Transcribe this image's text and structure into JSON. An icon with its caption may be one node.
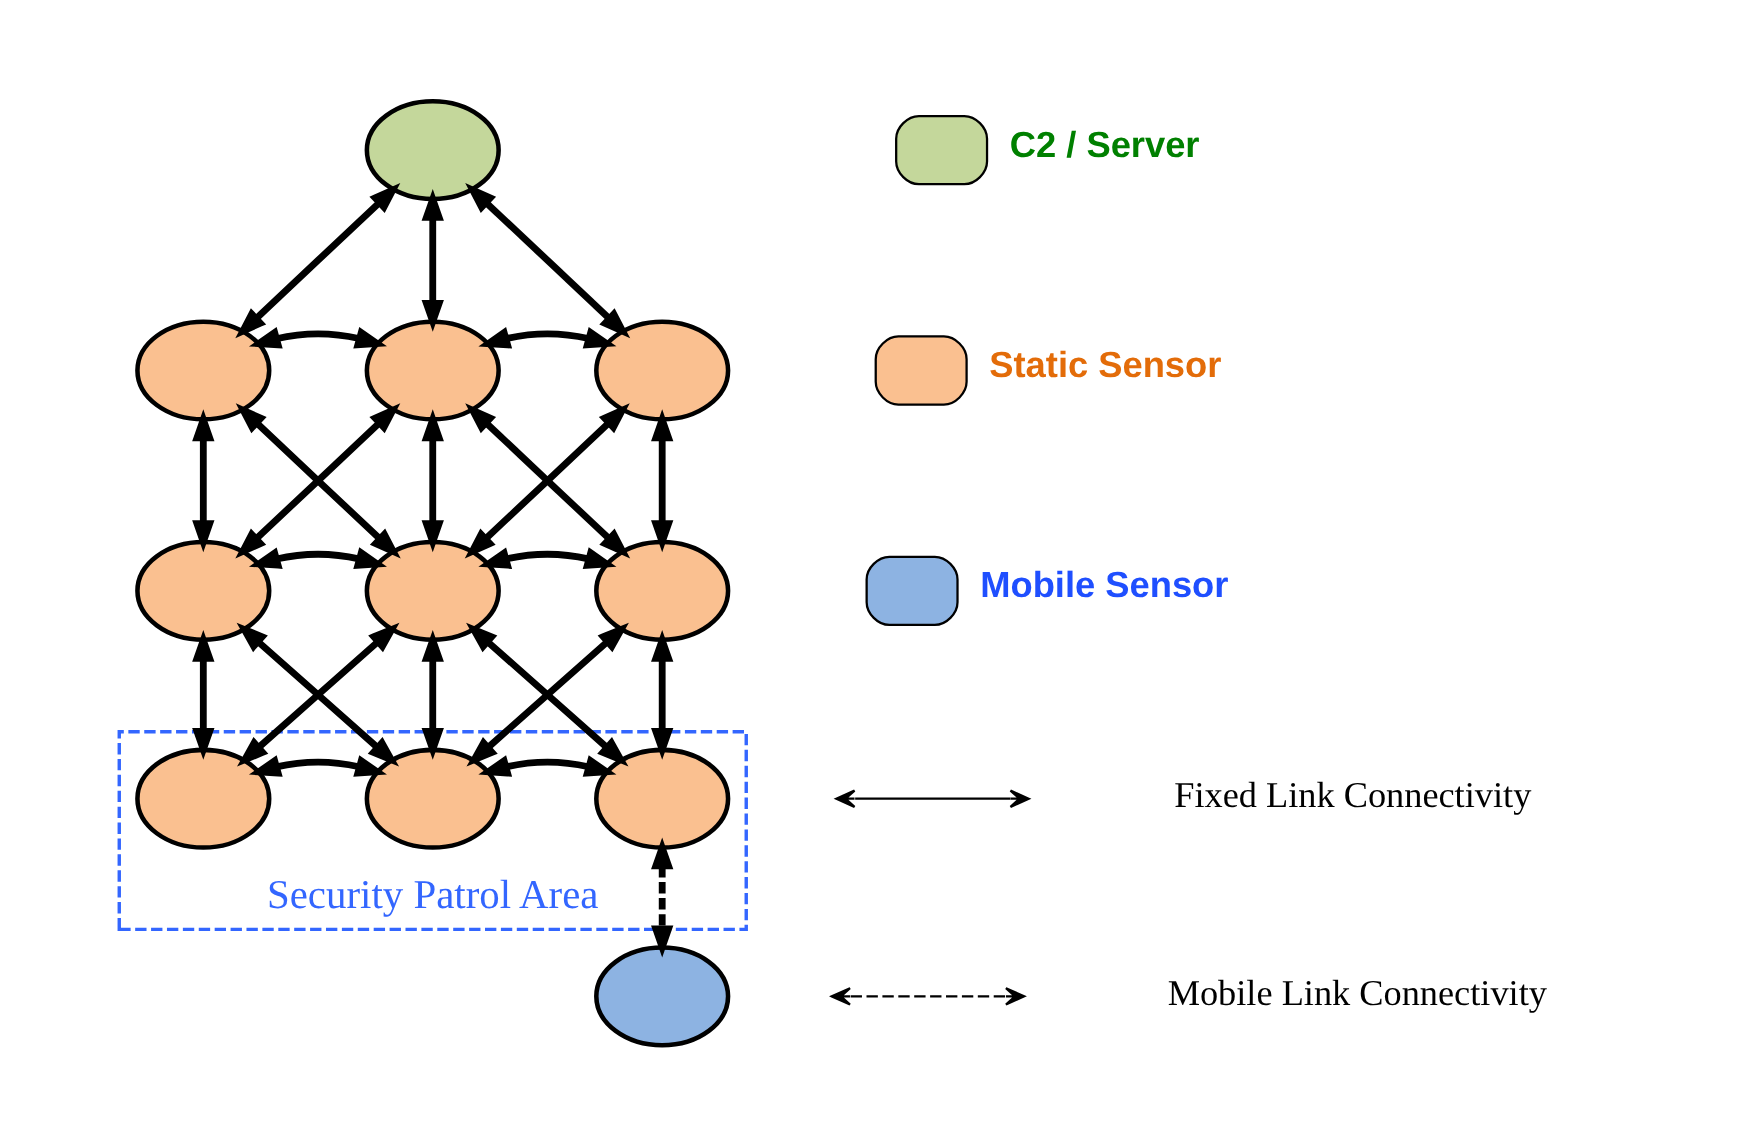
{
  "diagram": {
    "nodes": [
      {
        "text": [],
        "shape": "circle"
      },
      {
        "text": [],
        "shape": "circle"
      },
      {
        "text": [],
        "shape": "circle"
      },
      {
        "text": [],
        "shape": "circle"
      },
      {
        "text": [],
        "shape": "circle"
      },
      {
        "text": [],
        "shape": "circle"
      },
      {
        "text": [],
        "shape": "circle"
      },
      {
        "text": [
          "Security Patrol Area"
        ]
      },
      {
        "text": [],
        "shape": "circle",
        "in": 7
      },
      {
        "text": [],
        "shape": "circle",
        "in": 7
      },
      {
        "text": [],
        "shape": "circle",
        "in": 7
      },
      {
        "text": [],
        "shape": "circle"
      }
    ],
    "edges": [
      {
        "from": 0,
        "to": 1,
        "arrow": "both"
      },
      {
        "from": 0,
        "to": 2,
        "arrow": "both"
      },
      {
        "from": 0,
        "to": 3,
        "arrow": "both"
      },
      {
        "from": 1,
        "to": 2,
        "arrow": "both"
      },
      {
        "from": 2,
        "to": 3,
        "arrow": "both"
      },
      {
        "from": 1,
        "to": 4,
        "arrow": "both"
      },
      {
        "from": 1,
        "to": 5,
        "arrow": "both"
      },
      {
        "from": 2,
        "to": 4,
        "arrow": "both"
      },
      {
        "from": 2,
        "to": 5,
        "arrow": "both"
      },
      {
        "from": 2,
        "to": 6,
        "arrow": "both"
      },
      {
        "from": 3,
        "to": 5,
        "arrow": "both"
      },
      {
        "from": 3,
        "to": 6,
        "arrow": "both"
      },
      {
        "from": 4,
        "to": 5,
        "arrow": "both"
      },
      {
        "from": 5,
        "to": 6,
        "arrow": "both"
      },
      {
        "from": 4,
        "to": 8,
        "arrow": "both"
      },
      {
        "from": 4,
        "to": 9,
        "arrow": "both"
      },
      {
        "from": 5,
        "to": 8,
        "arrow": "both"
      },
      {
        "from": 5,
        "to": 9,
        "arrow": "both"
      },
      {
        "from": 5,
        "to": 10,
        "arrow": "both"
      },
      {
        "from": 6,
        "to": 9,
        "arrow": "both"
      },
      {
        "from": 6,
        "to": 10,
        "arrow": "both"
      },
      {
        "from": 8,
        "to": 9,
        "arrow": "both"
      },
      {
        "from": 9,
        "to": 10,
        "arrow": "both"
      },
      {
        "from": 10,
        "to": 11,
        "arrow": "both",
        "style": "dashed"
      }
    ],
    "legend": [
      {
        "text": "C2 / Server",
        "color": "#c4d79b"
      },
      {
        "text": "Static Sensor",
        "color": "#fac090"
      },
      {
        "text": "Mobile Sensor",
        "color": "#8db3e2"
      },
      {
        "text": "Fixed Link Connectivity"
      },
      {
        "text": "Mobile Link Connectivity"
      }
    ]
  }
}
